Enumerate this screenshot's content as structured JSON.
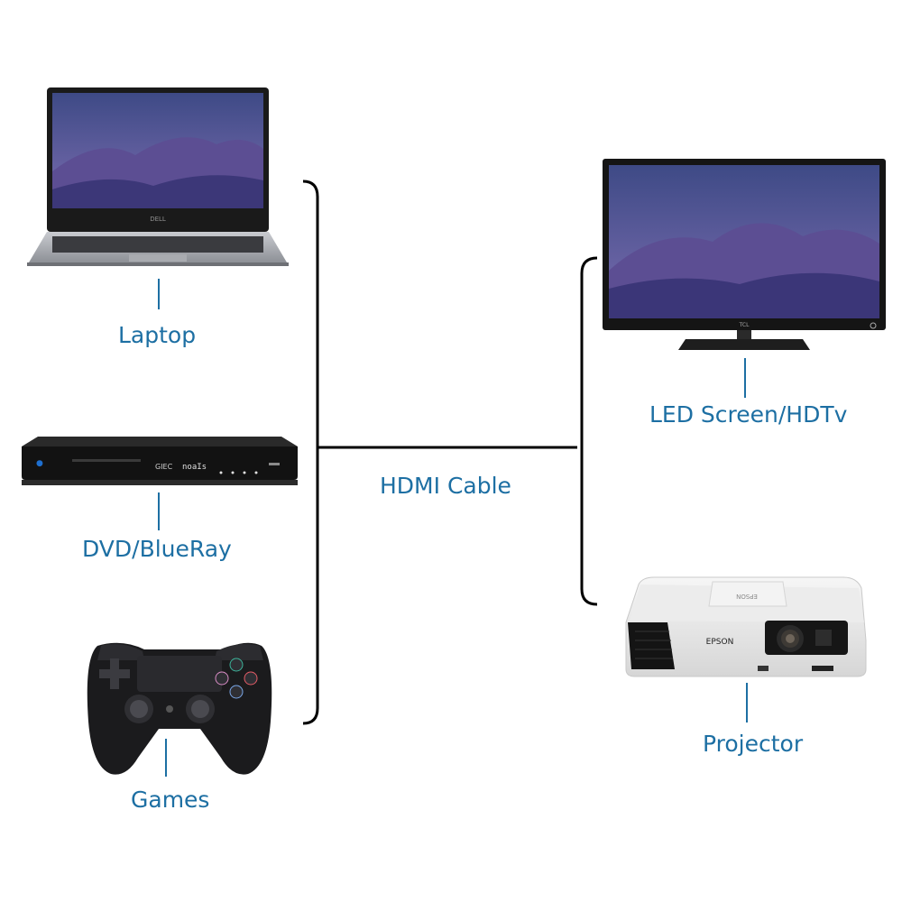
{
  "colors": {
    "label": "#1d6fa3",
    "connector": "#000000",
    "screen_sky": "#45528e",
    "screen_dune": "#6b5a9c",
    "device_dark": "#141414"
  },
  "sources": [
    {
      "label": "Laptop",
      "icon": "laptop-icon",
      "brand": "DELL"
    },
    {
      "label": "DVD/BlueRay",
      "icon": "dvd-player-icon",
      "brand": "GIEC"
    },
    {
      "label": "Games",
      "icon": "gamepad-icon"
    }
  ],
  "cable": {
    "label": "HDMI Cable"
  },
  "displays": [
    {
      "label": "LED Screen/HDTv",
      "icon": "tv-icon",
      "brand": "TCL"
    },
    {
      "label": "Projector",
      "icon": "projector-icon",
      "brand": "EPSON"
    }
  ]
}
